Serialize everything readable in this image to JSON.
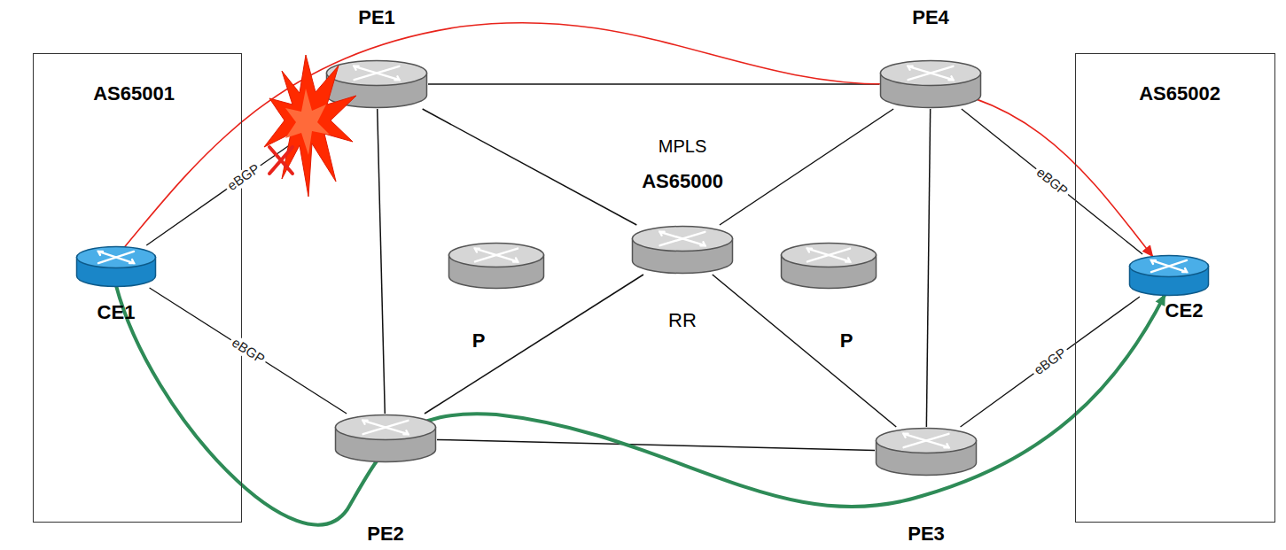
{
  "diagram": {
    "nodes": [
      {
        "text": [
          "AS65001"
        ]
      },
      {
        "text": [
          "CE1"
        ],
        "in": 0
      },
      {
        "text": [
          "MPLS",
          "AS65000"
        ]
      },
      {
        "text": [
          "PE1"
        ],
        "in": 2
      },
      {
        "text": [
          "PE4"
        ],
        "in": 2
      },
      {
        "text": [
          "RR"
        ],
        "in": 2
      },
      {
        "text": [
          "P"
        ],
        "in": 2
      },
      {
        "text": [
          "P"
        ],
        "in": 2
      },
      {
        "text": [
          "PE2"
        ],
        "in": 2
      },
      {
        "text": [
          "PE3"
        ],
        "in": 2
      },
      {
        "text": [
          "AS65002"
        ]
      },
      {
        "text": [
          "CE2"
        ],
        "in": 10
      }
    ],
    "edges": [
      {
        "from": 1,
        "to": 3,
        "label": "eBGP",
        "arrow": "none"
      },
      {
        "from": 1,
        "to": 8,
        "label": "eBGP",
        "arrow": "none"
      },
      {
        "from": 4,
        "to": 11,
        "label": "eBGP",
        "arrow": "none"
      },
      {
        "from": 9,
        "to": 11,
        "label": "eBGP",
        "arrow": "none"
      },
      {
        "from": 3,
        "to": 4,
        "arrow": "none"
      },
      {
        "from": 3,
        "to": 8,
        "arrow": "none"
      },
      {
        "from": 3,
        "to": 5,
        "arrow": "none"
      },
      {
        "from": 4,
        "to": 5,
        "arrow": "none"
      },
      {
        "from": 4,
        "to": 9,
        "arrow": "none"
      },
      {
        "from": 8,
        "to": 5,
        "arrow": "none"
      },
      {
        "from": 8,
        "to": 9,
        "arrow": "none"
      },
      {
        "from": 5,
        "to": 9,
        "arrow": "none"
      },
      {
        "from": 1,
        "to": 11,
        "arrow": "to"
      },
      {
        "from": 1,
        "to": 11,
        "arrow": "to"
      }
    ]
  }
}
